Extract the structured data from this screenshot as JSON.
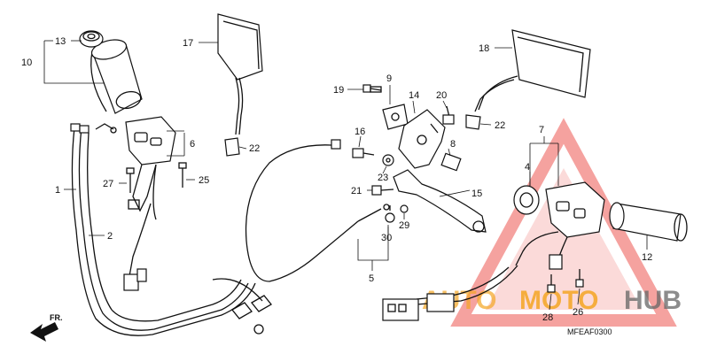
{
  "diagram": {
    "code": "MFEAF0300",
    "front_arrow_label": "FR.",
    "watermark": {
      "text_auto": "AUTO",
      "text_moto": "MOTO",
      "text_hub": "HUB",
      "colors": {
        "auto": "#f5a623",
        "moto": "#f5a623",
        "hub": "#666666",
        "triangle": "#e8302a"
      }
    },
    "callouts": {
      "c1": "1",
      "c2": "2",
      "c4": "4",
      "c5": "5",
      "c6": "6",
      "c7": "7",
      "c8": "8",
      "c9": "9",
      "c10": "10",
      "c12": "12",
      "c13": "13",
      "c14": "14",
      "c15": "15",
      "c16": "16",
      "c17": "17",
      "c18": "18",
      "c19": "19",
      "c20": "20",
      "c21": "21",
      "c22a": "22",
      "c22b": "22",
      "c23": "23",
      "c25": "25",
      "c26": "26",
      "c27": "27",
      "c28": "28",
      "c29": "29",
      "c30": "30"
    }
  }
}
